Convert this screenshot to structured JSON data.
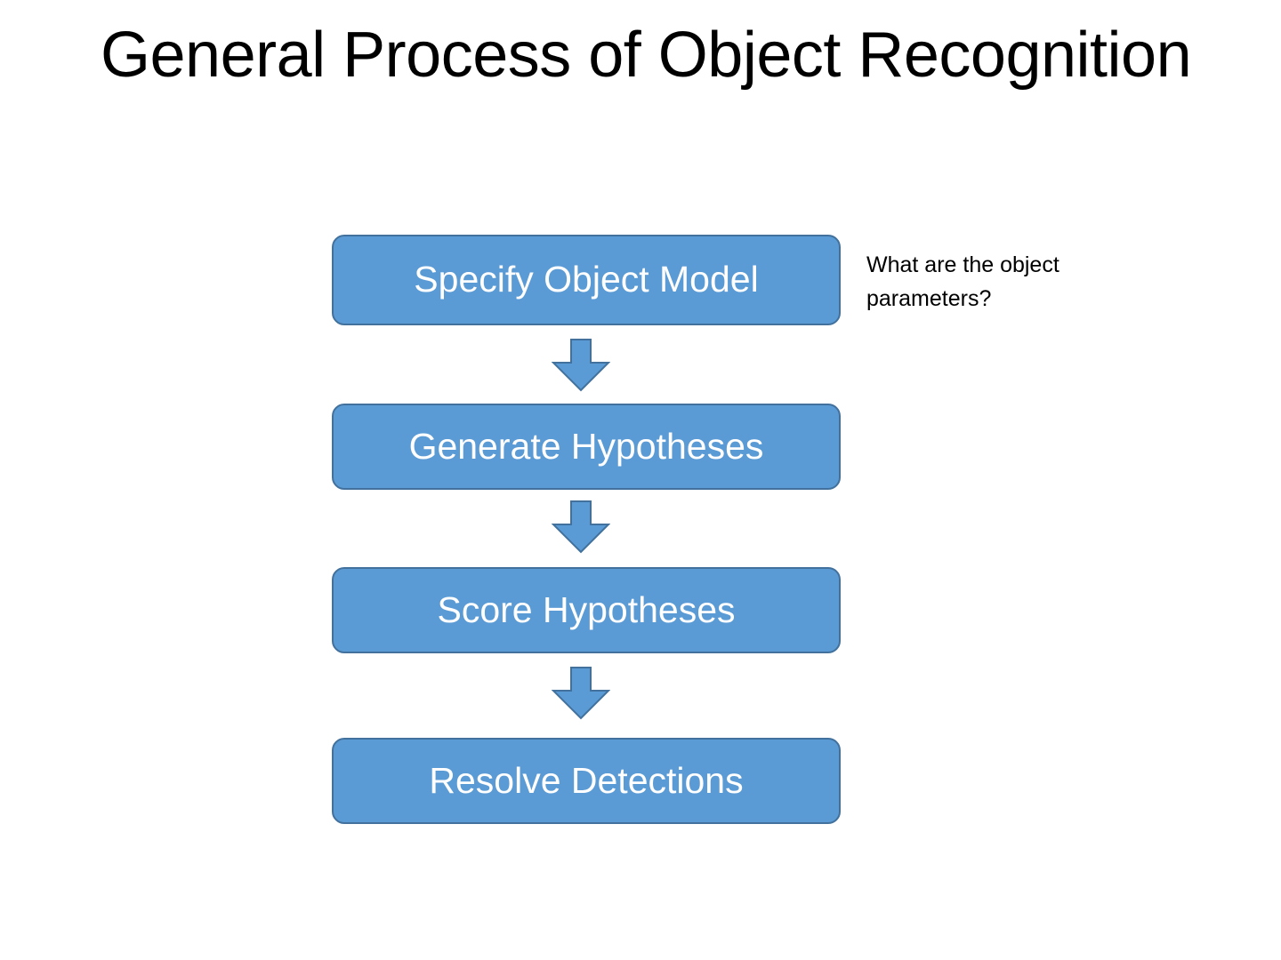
{
  "slide": {
    "title": "General Process of Object Recognition",
    "background_color": "#FFFFFF",
    "title_color": "#000000"
  },
  "flow": {
    "box_fill_color": "#5B9BD5",
    "box_border_color": "#41719C",
    "box_text_color": "#FFFFFF",
    "arrow_fill_color": "#5B9BD5",
    "arrow_border_color": "#41719C",
    "steps": [
      {
        "label": "Specify Object Model"
      },
      {
        "label": "Generate Hypotheses"
      },
      {
        "label": "Score Hypotheses"
      },
      {
        "label": "Resolve Detections"
      }
    ],
    "connectors": [
      {
        "icon": "arrow-down-icon"
      },
      {
        "icon": "arrow-down-icon"
      },
      {
        "icon": "arrow-down-icon"
      }
    ]
  },
  "annotation": {
    "text": "What are the object parameters?",
    "color": "#000000"
  }
}
